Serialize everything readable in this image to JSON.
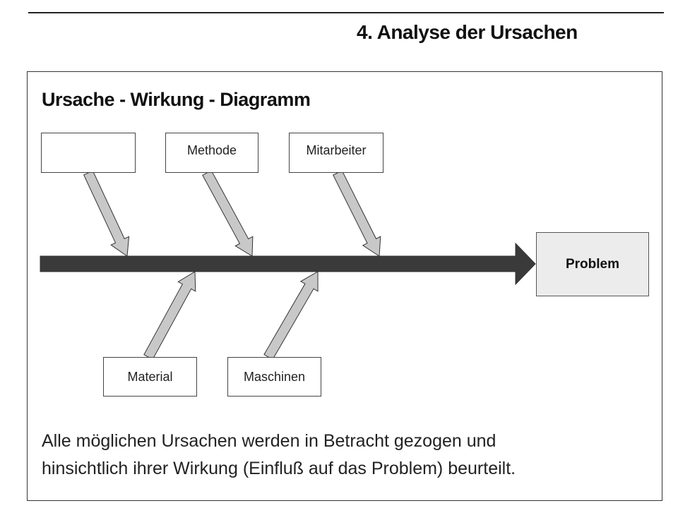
{
  "header": {
    "section_title": "4. Analyse der Ursachen"
  },
  "diagram": {
    "title": "Ursache - Wirkung - Diagramm",
    "top_causes": [
      "",
      "Methode",
      "Mitarbeiter"
    ],
    "bottom_causes": [
      "Material",
      "Maschinen"
    ],
    "effect": "Problem"
  },
  "caption": {
    "line1": "Alle möglichen Ursachen werden in Betracht gezogen und",
    "line2": "hinsichtlich ihrer Wirkung (Einfluß auf das Problem) beurteilt."
  },
  "colors": {
    "spine": "#3a3a3a",
    "bone": "#c8c8c8",
    "problem_fill": "#ececec"
  }
}
